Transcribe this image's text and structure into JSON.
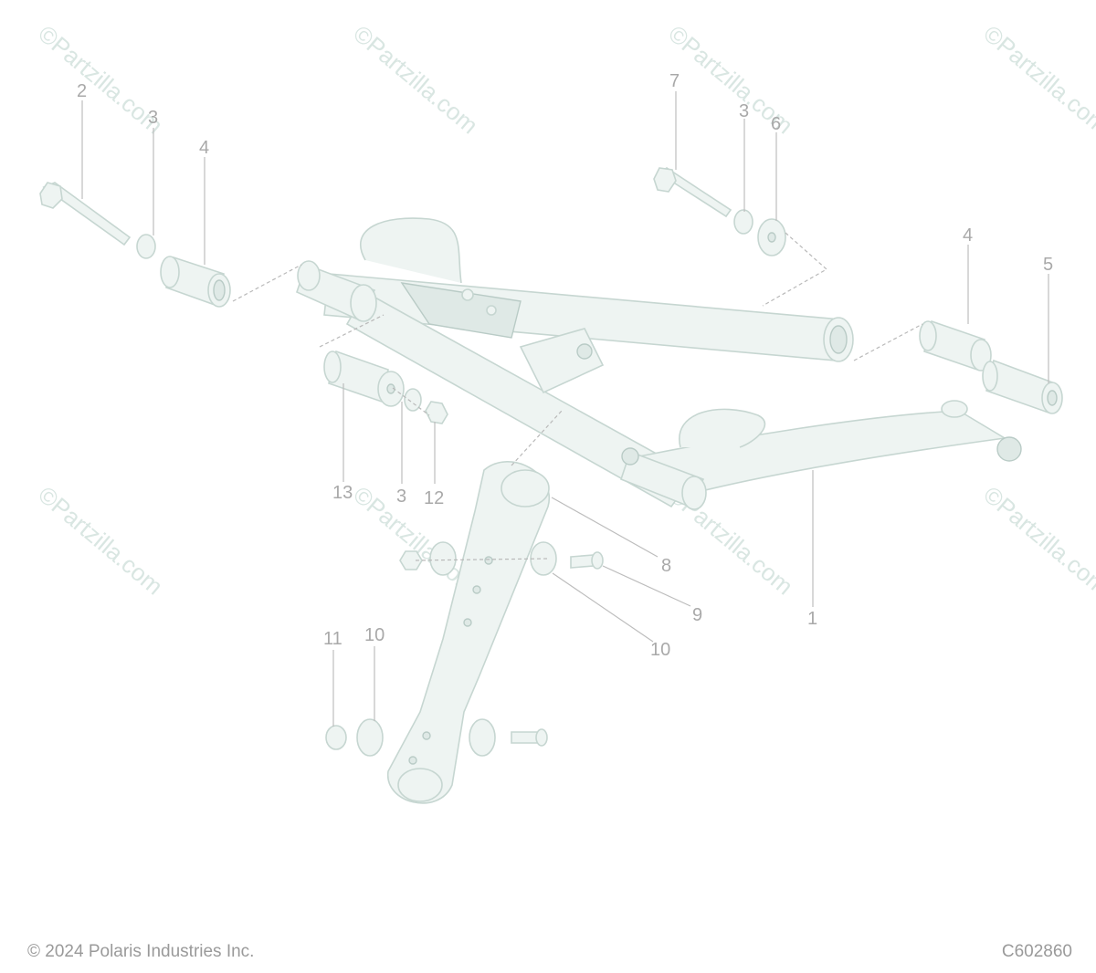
{
  "watermark": "©Partzilla.com",
  "footer": {
    "copyright": "© 2024 Polaris Industries Inc.",
    "drawing_id": "C602860"
  },
  "callouts": {
    "c1": "1",
    "c2": "2",
    "c3a": "3",
    "c3b": "3",
    "c3c": "3",
    "c4a": "4",
    "c4b": "4",
    "c5": "5",
    "c6": "6",
    "c7": "7",
    "c8": "8",
    "c9": "9",
    "c10a": "10",
    "c10b": "10",
    "c11": "11",
    "c12": "12",
    "c13": "13"
  }
}
